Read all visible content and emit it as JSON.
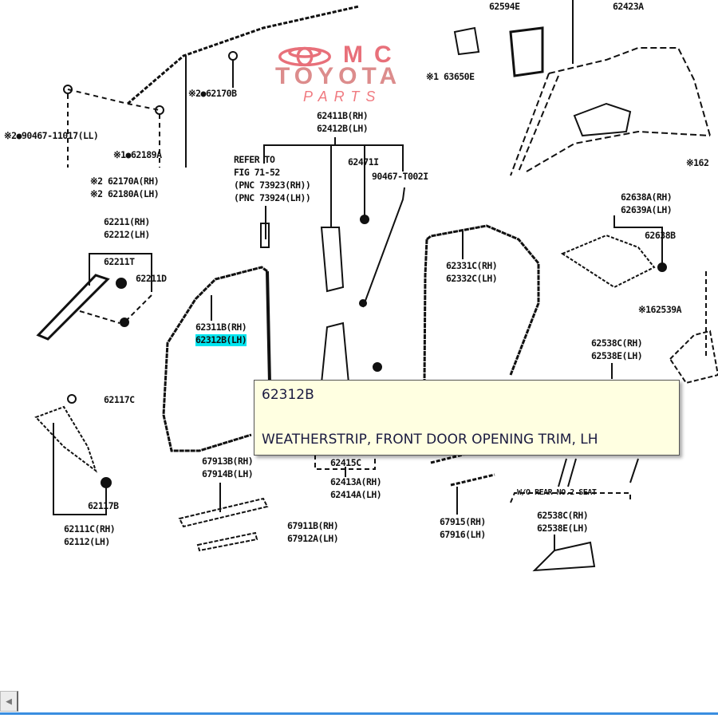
{
  "watermark": {
    "line1": "MC",
    "line2": "TOYOTA",
    "line3": "PARTS",
    "logo": "toyota-logo",
    "color": "#e8707a"
  },
  "labels": {
    "p62594E": "62594E",
    "p62423A": "62423A",
    "p62170B": "※2●62170B",
    "p90467": "※2●90467-11017(LL)",
    "p62189A": "※1●62189A",
    "p62170A": "※2 62170A(RH)",
    "p62180A": "※2 62180A(LH)",
    "p62411B": "62411B(RH)",
    "p62412B": "62412B(LH)",
    "refer1": "REFER TO",
    "refer2": "FIG 71-52",
    "refer3": "(PNC 73923(RH))",
    "refer4": "(PNC 73924(LH))",
    "p62471I": "62471I",
    "p90467T": "90467-T002I",
    "p63650E": "※1 63650E",
    "p162right": "※162",
    "p62211": "62211(RH)",
    "p62212": "62212(LH)",
    "p62211T": "62211T",
    "p62211D": "62211D",
    "p62638A": "62638A(RH)",
    "p62639A": "62639A(LH)",
    "p62638B": "62638B",
    "p62331C": "62331C(RH)",
    "p62332C": "62332C(LH)",
    "p62311B": "62311B(RH)",
    "p62312B": "62312B(LH)",
    "p62539A": "※162539A",
    "p62538C_a": "62538C(RH)",
    "p62538E_a": "62538E(LH)",
    "p62117C": "62117C",
    "p67913B": "67913B(RH)",
    "p67914B": "67914B(LH)",
    "p62415C": "62415C",
    "p62413A": "62413A(RH)",
    "p62414A": "62414A(LH)",
    "p62117B": "62117B",
    "p62111C": "62111C(RH)",
    "p62112": "62112(LH)",
    "p67911B": "67911B(RH)",
    "p67912A": "67912A(LH)",
    "p67915": "67915(RH)",
    "p67916": "67916(LH)",
    "woRear": "W/O REAR NO.2 SEAT",
    "p62538C_b": "62538C(RH)",
    "p62538E_b": "62538E(LH)"
  },
  "highlight_color": "#00e5f0",
  "tooltip": {
    "code": "62312B",
    "description": "WEATHERSTRIP, FRONT DOOR OPENING TRIM, LH"
  },
  "scrollbar": {
    "left_icon": "scroll-left-arrow-icon",
    "accent": "#3a8ee0"
  }
}
